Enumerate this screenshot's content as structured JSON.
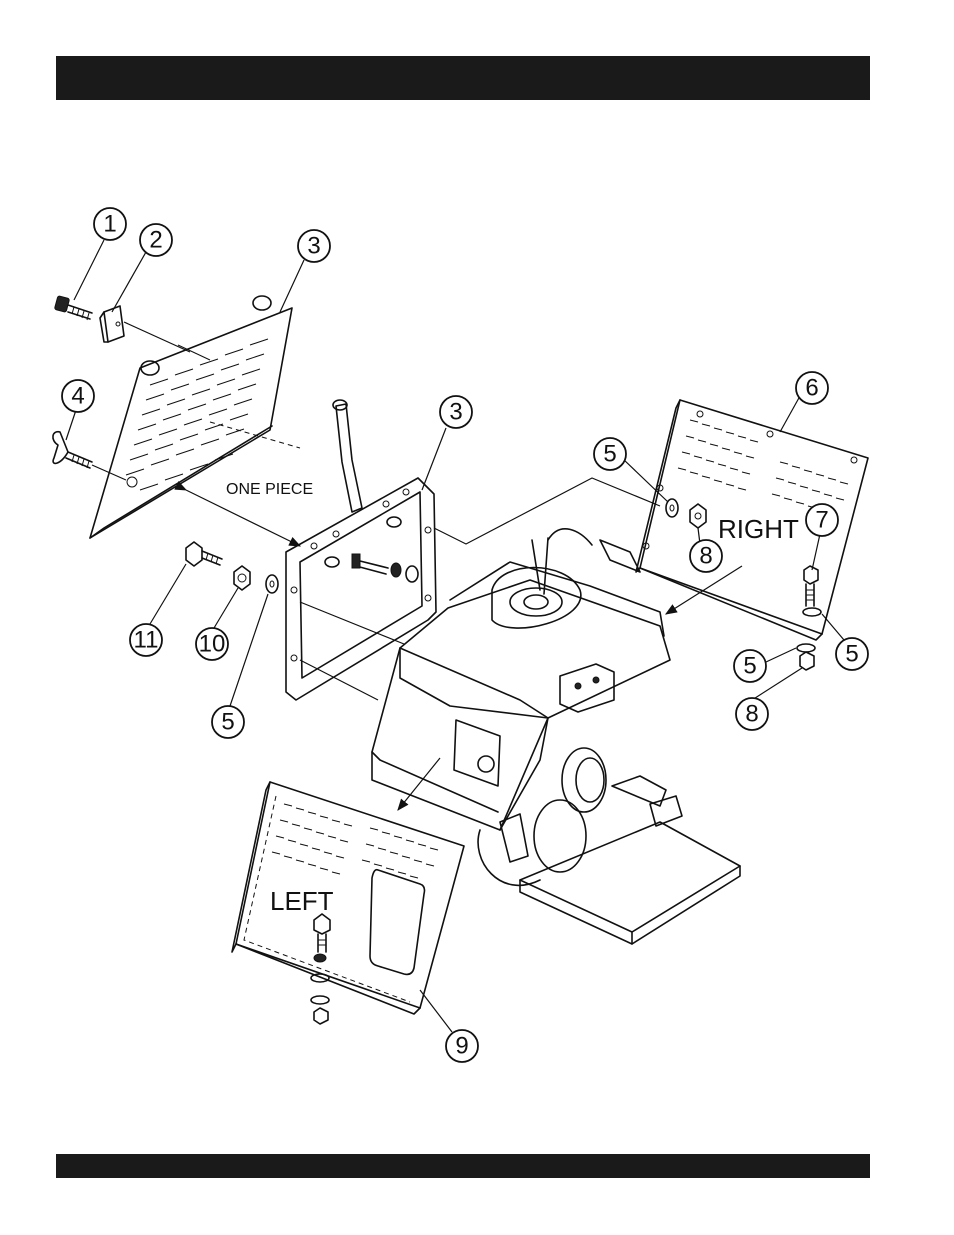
{
  "labels": {
    "one_piece": "ONE PIECE",
    "right": "RIGHT",
    "left": "LEFT"
  },
  "callouts": [
    "1",
    "2",
    "3",
    "4",
    "3",
    "5",
    "6",
    "7",
    "8",
    "5",
    "5",
    "8",
    "11",
    "10",
    "5",
    "9"
  ]
}
